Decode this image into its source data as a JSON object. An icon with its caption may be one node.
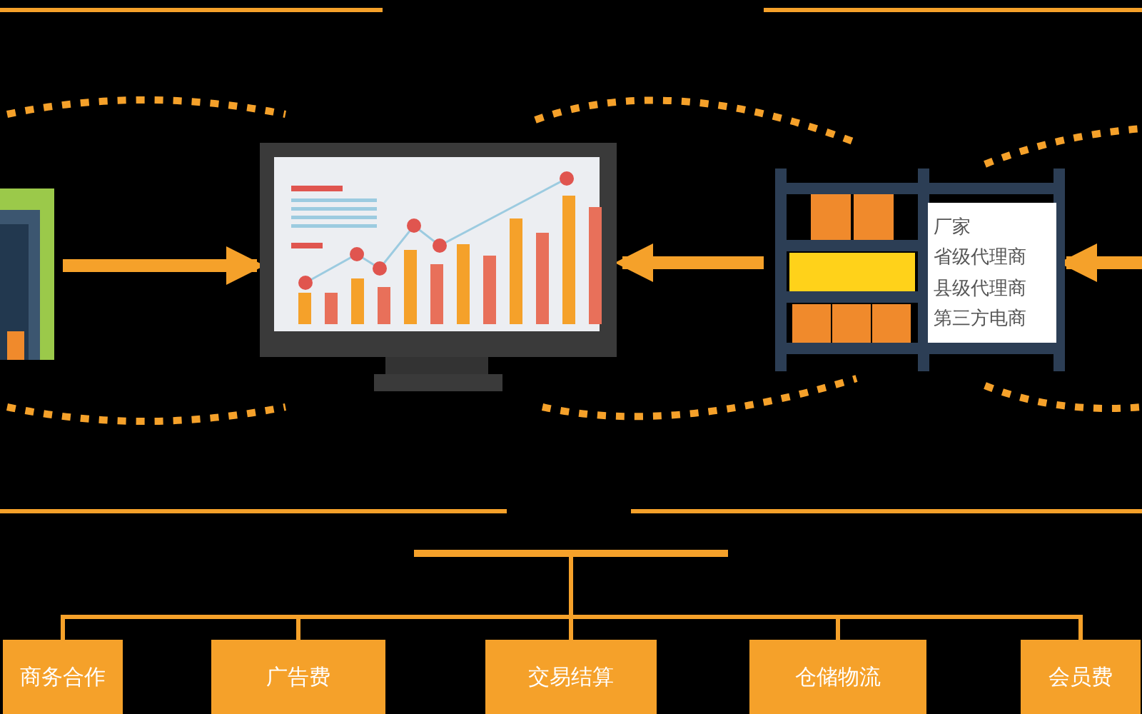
{
  "diagram": {
    "nodes": [
      {
        "text": [],
        "shape": "picture"
      },
      {
        "text": [],
        "shape": "picture"
      },
      {
        "text": [
          "厂家",
          "省级代理商",
          "县级代理商",
          "第三方电商"
        ]
      },
      {
        "text": [],
        "shape": "bar"
      },
      {
        "text": [
          "商务合作"
        ]
      },
      {
        "text": [
          "广告费"
        ]
      },
      {
        "text": [
          "交易结算"
        ]
      },
      {
        "text": [
          "仓储物流"
        ]
      },
      {
        "text": [
          "会员费"
        ]
      }
    ],
    "edges": [
      {
        "from": 0,
        "to": 1,
        "arrow": "to",
        "style": "thick"
      },
      {
        "from": 2,
        "to": 1,
        "arrow": "to",
        "style": "thick"
      },
      {
        "from": null,
        "to": 2,
        "arrow": "to",
        "style": "thick"
      },
      {
        "from": 3,
        "to": 4,
        "arrow": "none"
      },
      {
        "from": 3,
        "to": 5,
        "arrow": "none"
      },
      {
        "from": 3,
        "to": 6,
        "arrow": "none"
      },
      {
        "from": 3,
        "to": 7,
        "arrow": "none"
      },
      {
        "from": 3,
        "to": 8,
        "arrow": "none"
      }
    ]
  }
}
